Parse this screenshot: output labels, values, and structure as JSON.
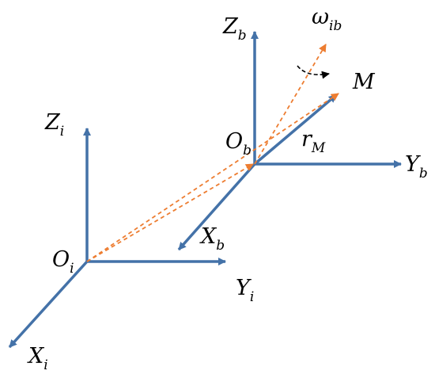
{
  "colors": {
    "axis": "#4472a8",
    "vector": "#ed7d31",
    "text": "#000000",
    "rotation": "#000000"
  },
  "labels": {
    "zi": {
      "main": "Z",
      "sub": "i"
    },
    "xi": {
      "main": "X",
      "sub": "i"
    },
    "yi": {
      "main": "Y",
      "sub": "i"
    },
    "oi": {
      "main": "O",
      "sub": "i"
    },
    "zb": {
      "main": "Z",
      "sub": "b"
    },
    "xb": {
      "main": "X",
      "sub": "b"
    },
    "yb": {
      "main": "Y",
      "sub": "b"
    },
    "ob": {
      "main": "O",
      "sub": "b"
    },
    "m": {
      "main": "M"
    },
    "rm": {
      "main": "r",
      "sub": "M"
    },
    "omega": {
      "main": "ω",
      "sub": "ib"
    }
  }
}
